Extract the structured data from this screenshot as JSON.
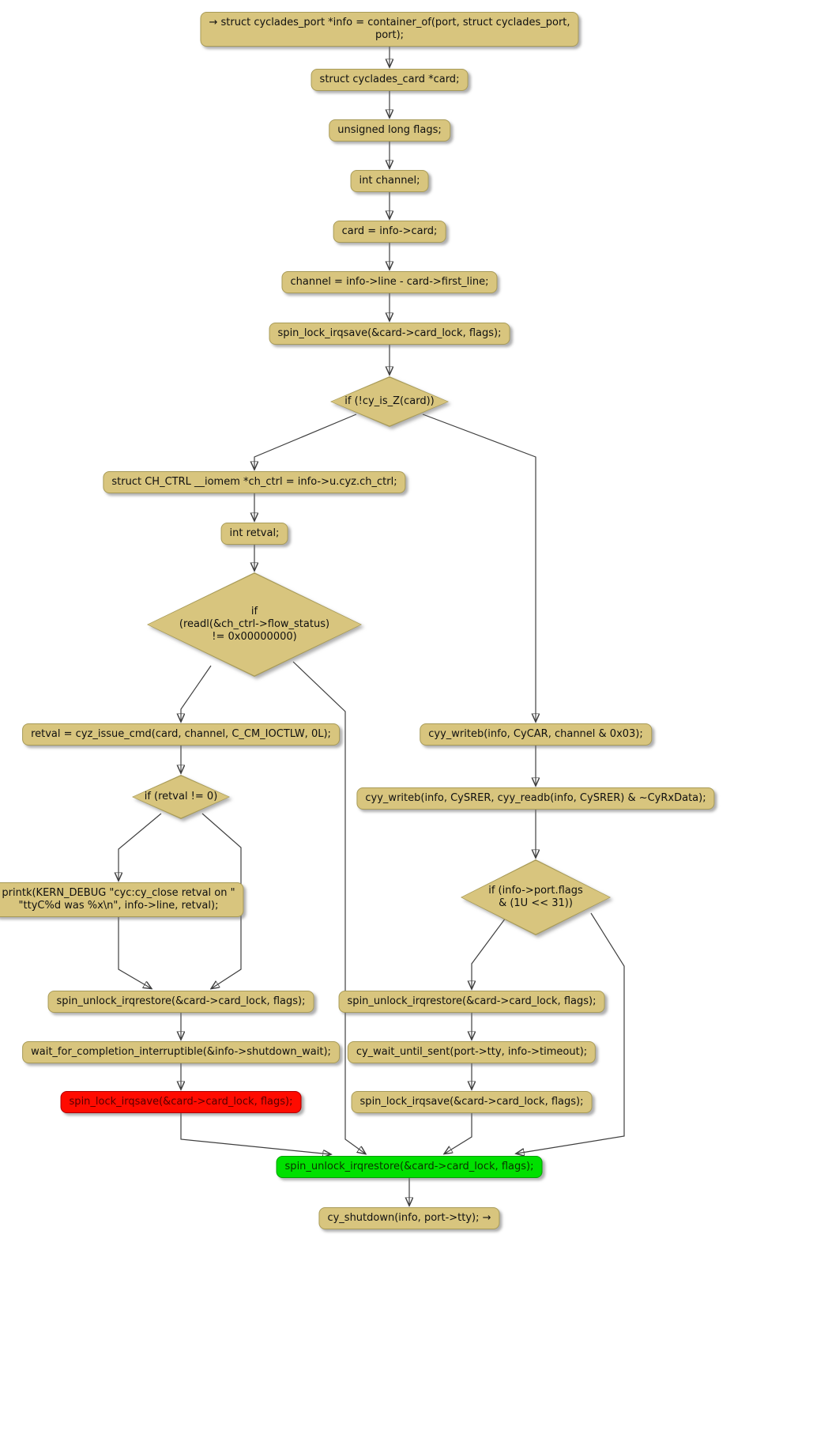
{
  "diagram": {
    "colors": {
      "node_fill": "#d8c57e",
      "node_border": "#a89b58",
      "red_node": "#ff0b00",
      "green_node": "#00e000",
      "arrow": "#3f3f3f",
      "background": "#ffffff"
    },
    "nodes": [
      {
        "id": "entry",
        "shape": "rect",
        "label": "→ struct cyclades_port *info = container_of(port, struct cyclades_port,\nport);"
      },
      {
        "id": "declare-card",
        "shape": "rect",
        "label": "struct cyclades_card *card;"
      },
      {
        "id": "declare-flags",
        "shape": "rect",
        "label": "unsigned long flags;"
      },
      {
        "id": "declare-channel",
        "shape": "rect",
        "label": "int channel;"
      },
      {
        "id": "assign-card",
        "shape": "rect",
        "label": "card = info->card;"
      },
      {
        "id": "assign-channel",
        "shape": "rect",
        "label": "channel = info->line - card->first_line;"
      },
      {
        "id": "spin-lock",
        "shape": "rect",
        "label": "spin_lock_irqsave(&card->card_lock, flags);"
      },
      {
        "id": "decision-cy-is-z",
        "shape": "diamond",
        "label": "if (!cy_is_Z(card))"
      },
      {
        "id": "ch-ctrl",
        "shape": "rect",
        "label": "struct CH_CTRL __iomem *ch_ctrl = info->u.cyz.ch_ctrl;"
      },
      {
        "id": "declare-retval",
        "shape": "rect",
        "label": "int retval;"
      },
      {
        "id": "decision-flow-status",
        "shape": "diamond",
        "label": "if\n(readl(&ch_ctrl->flow_status)\n!= 0x00000000)"
      },
      {
        "id": "cyz-issue-cmd",
        "shape": "rect",
        "label": "retval = cyz_issue_cmd(card, channel, C_CM_IOCTLW, 0L);"
      },
      {
        "id": "decision-retval",
        "shape": "diamond",
        "label": "if (retval != 0)"
      },
      {
        "id": "printk",
        "shape": "rect",
        "label": "printk(KERN_DEBUG \"cyc:cy_close retval on \"\n\"ttyC%d was %x\\n\", info->line, retval);"
      },
      {
        "id": "spin-unlock-left",
        "shape": "rect",
        "label": "spin_unlock_irqrestore(&card->card_lock, flags);"
      },
      {
        "id": "wait-completion",
        "shape": "rect",
        "label": "wait_for_completion_interruptible(&info->shutdown_wait);"
      },
      {
        "id": "spin-lock-red",
        "shape": "rect",
        "fill": "#ff0b00",
        "label": "spin_lock_irqsave(&card->card_lock, flags);"
      },
      {
        "id": "cyy-writeb-cycar",
        "shape": "rect",
        "label": "cyy_writeb(info, CyCAR, channel & 0x03);"
      },
      {
        "id": "cyy-writeb-cysrer",
        "shape": "rect",
        "label": "cyy_writeb(info, CySRER, cyy_readb(info, CySRER) & ~CyRxData);"
      },
      {
        "id": "decision-port-flags",
        "shape": "diamond",
        "label": "if (info->port.flags\n& (1U << 31))"
      },
      {
        "id": "spin-unlock-right",
        "shape": "rect",
        "label": "spin_unlock_irqrestore(&card->card_lock, flags);"
      },
      {
        "id": "cy-wait-until-sent",
        "shape": "rect",
        "label": "cy_wait_until_sent(port->tty, info->timeout);"
      },
      {
        "id": "spin-lock-right",
        "shape": "rect",
        "label": "spin_lock_irqsave(&card->card_lock, flags);"
      },
      {
        "id": "spin-unlock-green",
        "shape": "rect",
        "fill": "#00e000",
        "label": "spin_unlock_irqrestore(&card->card_lock, flags);"
      },
      {
        "id": "cy-shutdown-exit",
        "shape": "rect",
        "label": "cy_shutdown(info, port->tty); →"
      }
    ]
  }
}
